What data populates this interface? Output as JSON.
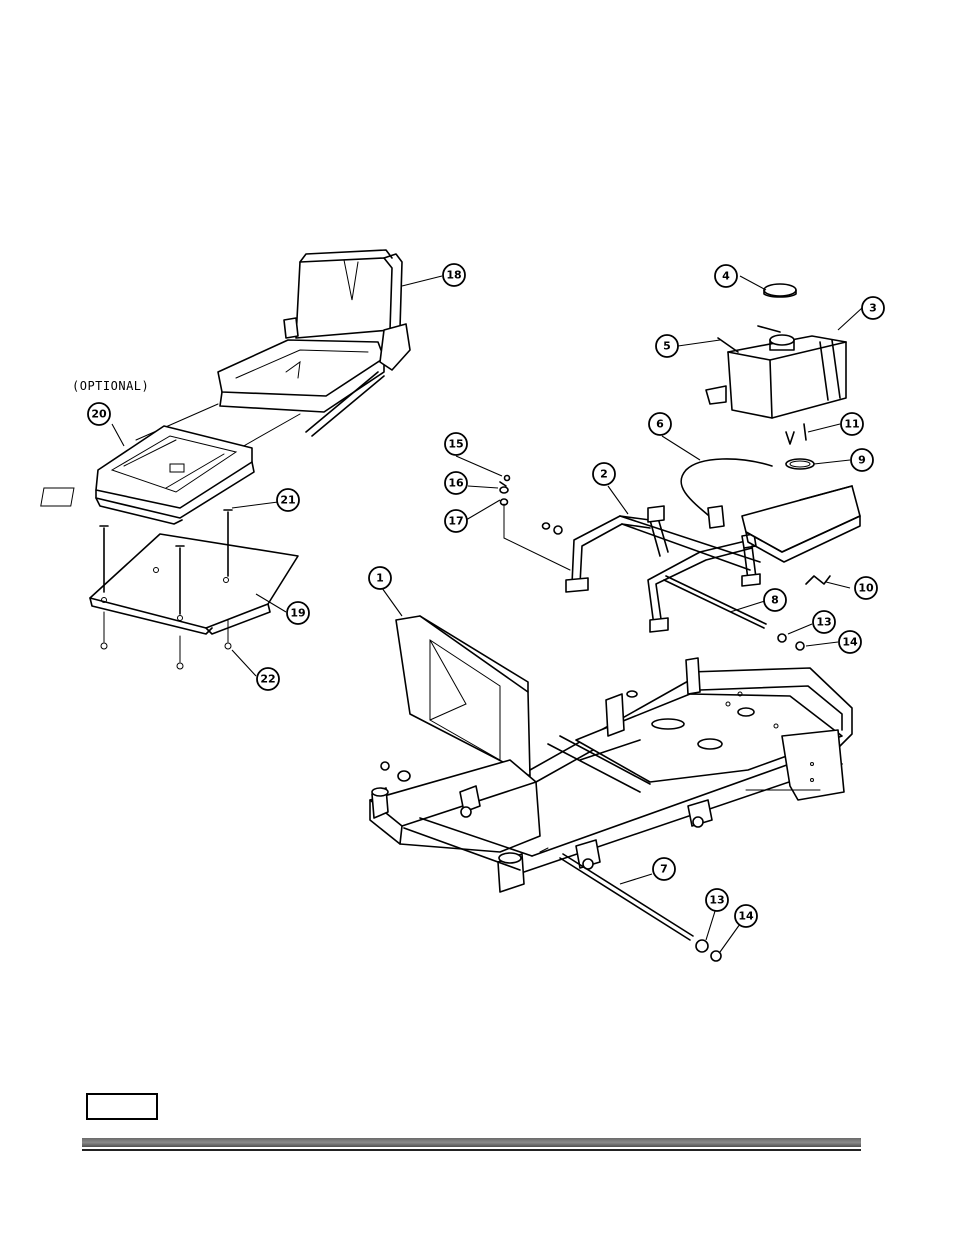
{
  "diagram": {
    "optional_label": "(OPTIONAL)",
    "callouts": [
      "1",
      "2",
      "3",
      "4",
      "5",
      "6",
      "7",
      "8",
      "9",
      "10",
      "11",
      "13",
      "14",
      "15",
      "16",
      "17",
      "18",
      "19",
      "20",
      "21",
      "22"
    ]
  },
  "footer": {
    "page_box_text": ""
  }
}
